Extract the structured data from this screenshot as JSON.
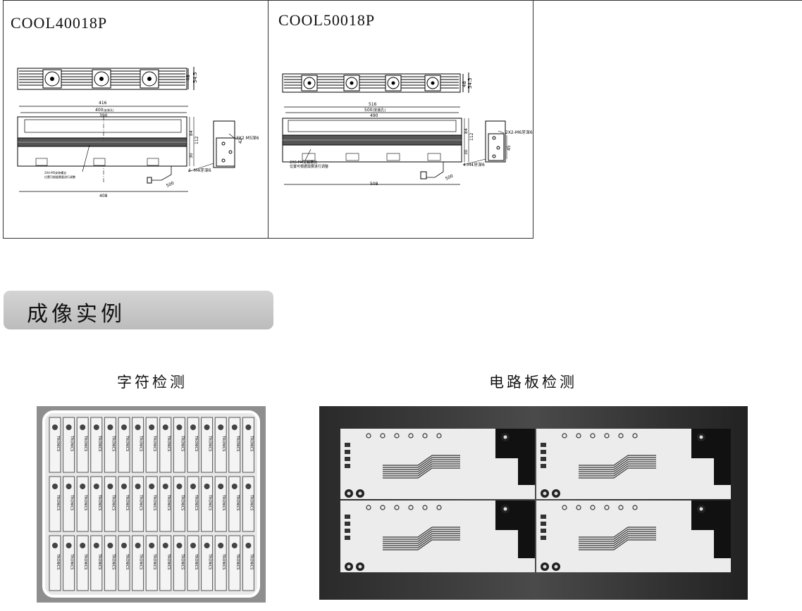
{
  "spec_table": {
    "left": {
      "model": "COOL40018P",
      "dims": {
        "top_h1": "48",
        "top_h2": "54.5",
        "w_total": "416",
        "w_mount": "400",
        "w_mount_note": "(安装孔)",
        "w_inner": "390",
        "h_84": "84",
        "h_112": "112",
        "h_30": "30",
        "w_bottom": "408",
        "side_w": "42",
        "cable": "500",
        "note_screw": "2X2 M5深6",
        "note_m4": "4- M4牙深6",
        "note_slot_1": "2X4-M5安装螺丝",
        "note_slot_2": "位置可根据需要进行调整"
      }
    },
    "right": {
      "model": "COOL50018P",
      "dims": {
        "top_h1": "48",
        "top_h2": "54.5",
        "w_total": "516",
        "w_mount": "500",
        "w_mount_note": "(安装孔)",
        "w_inner": "490",
        "h_84": "84",
        "h_112": "112",
        "h_30": "30",
        "w_bottom": "508",
        "side_w": "45",
        "cable": "500",
        "note_screw": "2X2-M6牙深6",
        "note_m4": "4-M4牙深6",
        "note_slot_1": "2X6-M4安装螺丝",
        "note_slot_2": "位置可根据需要进行调整"
      }
    }
  },
  "section": {
    "title": "成像实例"
  },
  "examples": [
    {
      "caption": "字符检测"
    },
    {
      "caption": "电路板检测"
    }
  ],
  "photo_text": {
    "chip_label": "TRONICS"
  },
  "colors": {
    "header_bg": "#c8c8c8",
    "rule": "#333333"
  }
}
